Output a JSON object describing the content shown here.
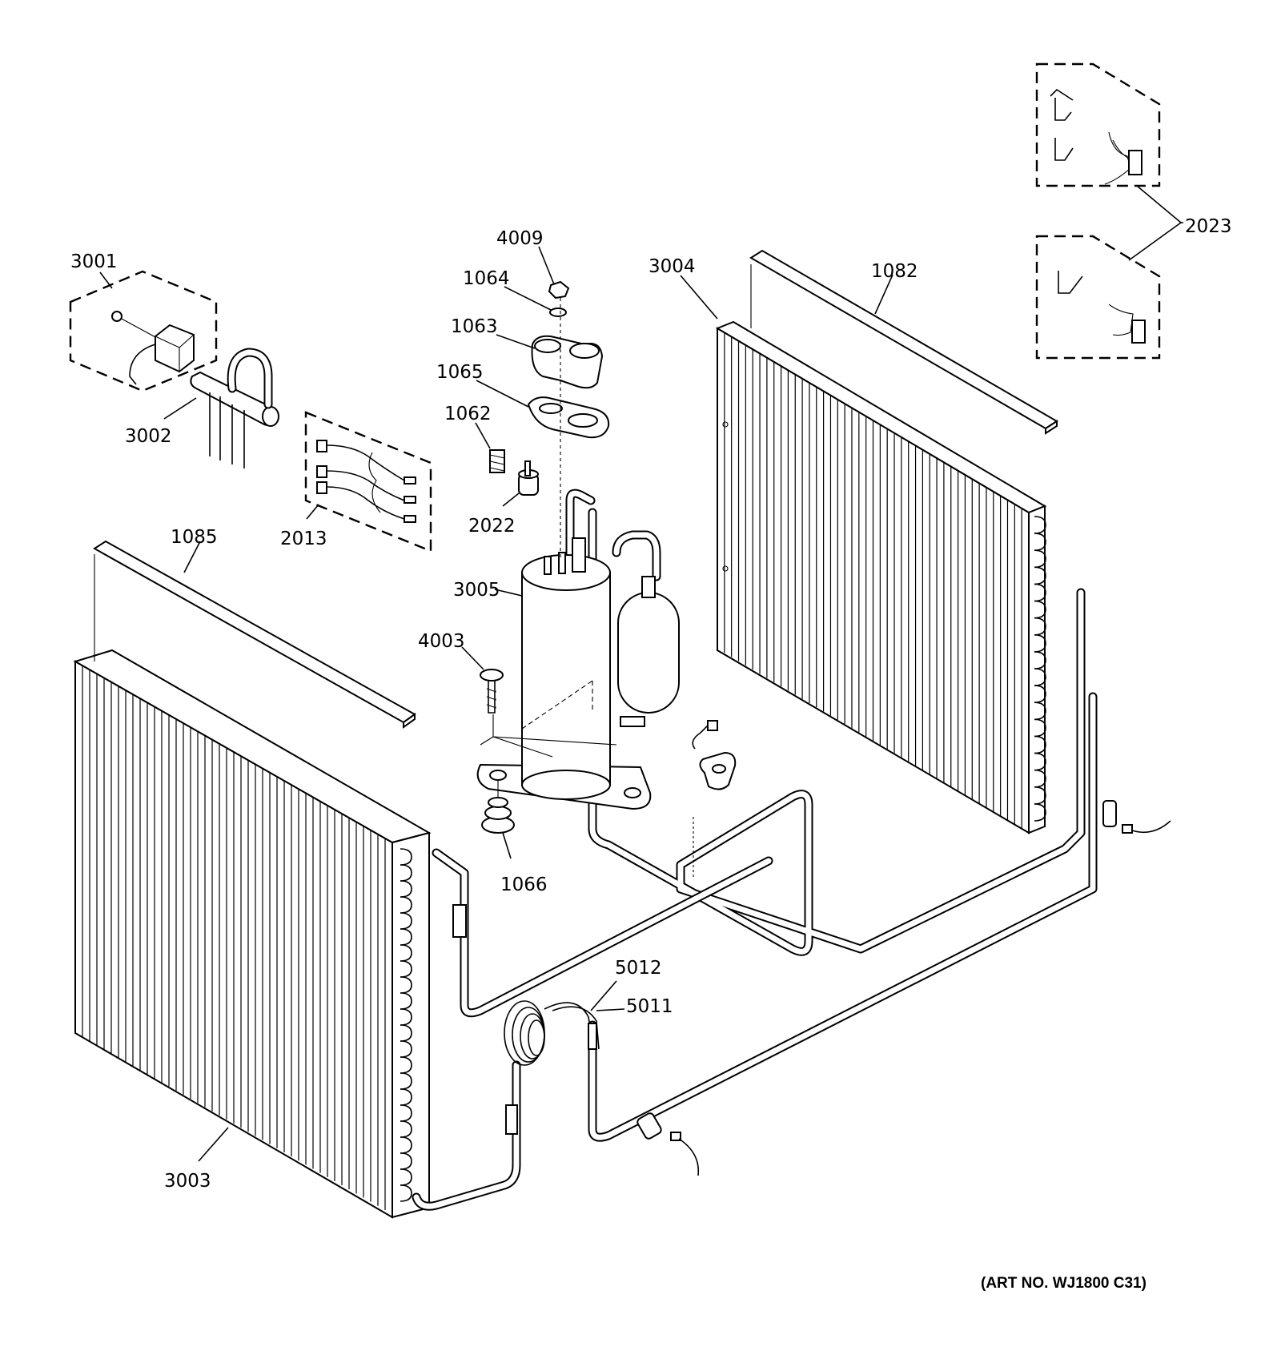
{
  "labels": {
    "l3001": "3001",
    "l3002": "3002",
    "l2013": "2013",
    "l4009": "4009",
    "l1064": "1064",
    "l1063": "1063",
    "l1065": "1065",
    "l1062": "1062",
    "l2022": "2022",
    "l3005": "3005",
    "l4003": "4003",
    "l1066": "1066",
    "l1085": "1085",
    "l3003": "3003",
    "l3004": "3004",
    "l1082": "1082",
    "l2023": "2023",
    "l5012": "5012",
    "l5011": "5011"
  },
  "art_number": "(ART NO. WJ1800 C31)"
}
